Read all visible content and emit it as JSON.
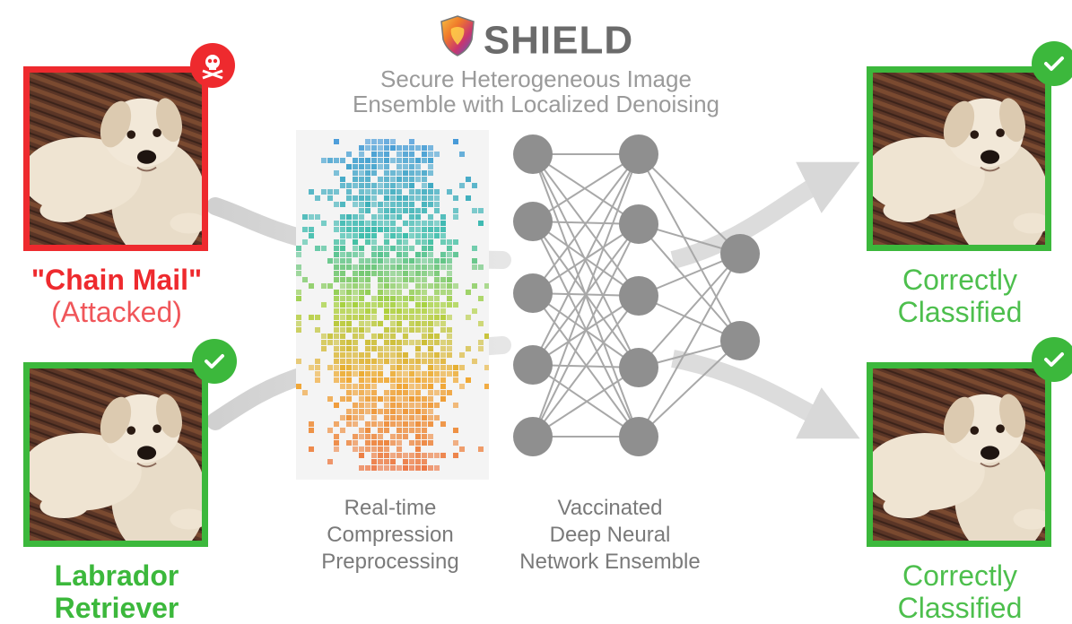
{
  "header": {
    "title": "SHIELD",
    "subtitle_line1": "Secure Heterogeneous Image",
    "subtitle_line2": "Ensemble with Localized Denoising"
  },
  "inputs": {
    "attacked_label": "\"Chain Mail\"",
    "attacked_sublabel": "(Attacked)",
    "clean_label_line1": "Labrador",
    "clean_label_line2": "Retriever"
  },
  "stages": {
    "compression_line1": "Real-time",
    "compression_line2": "Compression",
    "compression_line3": "Preprocessing",
    "network_line1": "Vaccinated",
    "network_line2": "Deep Neural",
    "network_line3": "Network Ensemble"
  },
  "outputs": {
    "top_line1": "Correctly",
    "top_line2": "Classified",
    "bottom_line1": "Correctly",
    "bottom_line2": "Classified"
  },
  "colors": {
    "attacked": "#ee2a2e",
    "correct": "#3cb83c",
    "network": "#8f8f8f",
    "arrow": "#d8d8d8"
  },
  "icons": {
    "title_logo": "shield-icon",
    "attacked_badge": "skull-crossbones-icon",
    "correct_badge": "checkmark-icon"
  }
}
